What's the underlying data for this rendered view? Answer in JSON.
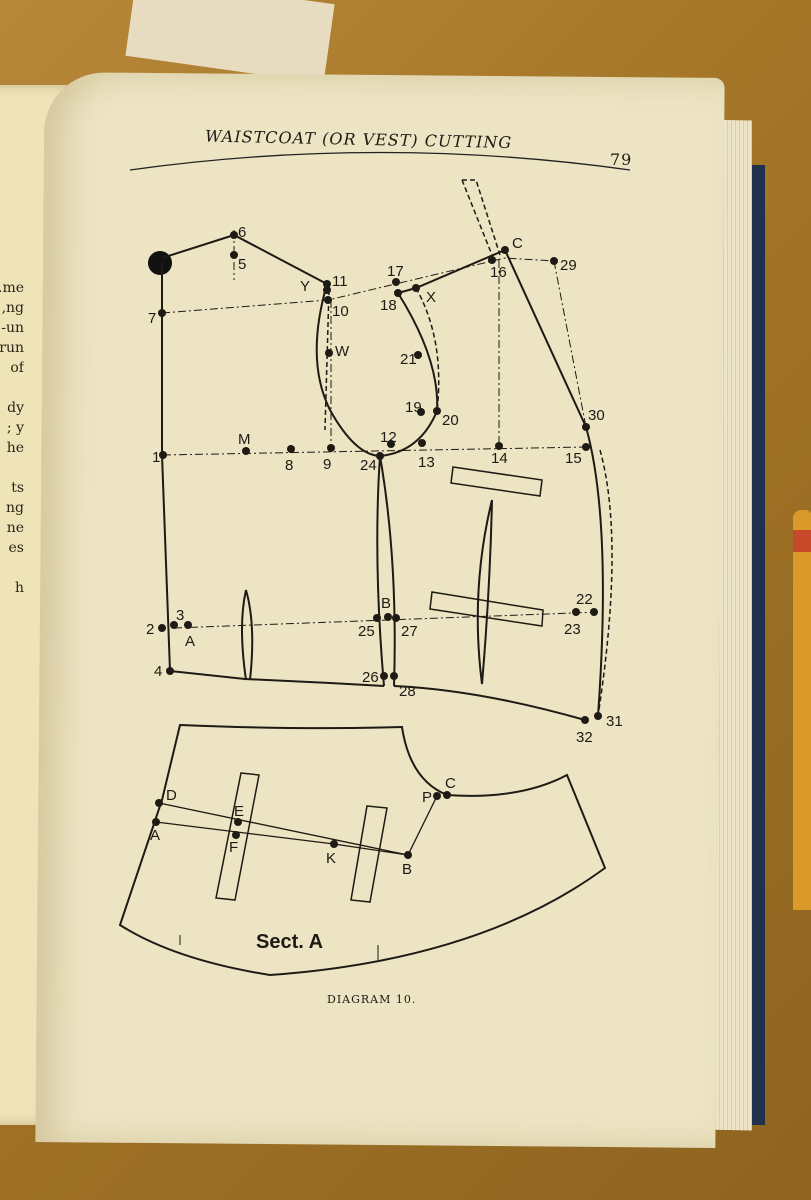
{
  "header": {
    "title": "WAISTCOAT (OR VEST) CUTTING",
    "page_number": "79"
  },
  "left_page_fragments": [
    "me.",
    "ng,",
    "un-",
    "run",
    "of",
    "",
    "dy",
    "y ;",
    "he",
    "",
    "ts",
    "ng",
    "ne",
    "es",
    "",
    "h"
  ],
  "points": [
    "6",
    "5",
    "11",
    "Y",
    "10",
    "7",
    "W",
    "17",
    "18",
    "X",
    "16",
    "C",
    "29",
    "21",
    "19",
    "20",
    "12",
    "13",
    "14",
    "15",
    "30",
    "1",
    "M",
    "8",
    "9",
    "24",
    "3",
    "2",
    "A",
    "B",
    "25",
    "27",
    "22",
    "23",
    "4",
    "26",
    "28",
    "31",
    "32"
  ],
  "section": {
    "label": "Sect. A",
    "points": [
      "D",
      "A",
      "E",
      "F",
      "K",
      "B",
      "P",
      "C"
    ]
  },
  "caption": "DIAGRAM 10."
}
